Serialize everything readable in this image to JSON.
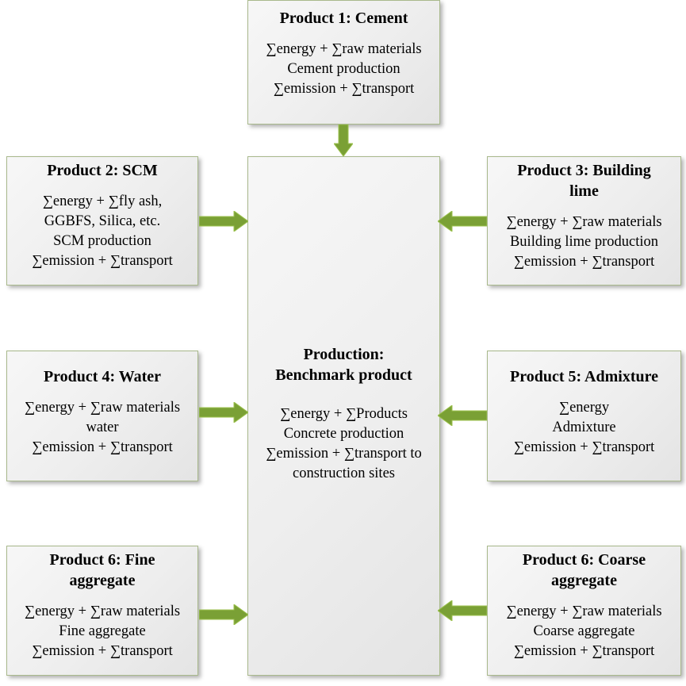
{
  "product1": {
    "title": "Product 1: Cement",
    "lines": [
      "∑energy + ∑raw materials",
      "Cement production",
      "∑emission + ∑transport"
    ]
  },
  "product2": {
    "title": "Product 2: SCM",
    "lines": [
      "∑energy + ∑fly ash,",
      "GGBFS, Silica, etc.",
      "SCM production",
      "∑emission + ∑transport"
    ]
  },
  "product3": {
    "title_line1": "Product 3: Building",
    "title_line2": "lime",
    "lines": [
      "∑energy + ∑raw materials",
      "Building lime production",
      "∑emission + ∑transport"
    ]
  },
  "product4": {
    "title": "Product 4: Water",
    "lines": [
      "∑energy + ∑raw materials",
      "water",
      "∑emission + ∑transport"
    ]
  },
  "product5": {
    "title": "Product 5: Admixture",
    "lines": [
      "∑energy",
      "Admixture",
      "∑emission + ∑transport"
    ]
  },
  "product6_fine": {
    "title_line1": "Product 6: Fine",
    "title_line2": "aggregate",
    "lines": [
      "∑energy + ∑raw materials",
      "Fine aggregate",
      "∑emission + ∑transport"
    ]
  },
  "product6_coarse": {
    "title_line1": "Product 6: Coarse",
    "title_line2": "aggregate",
    "lines": [
      "∑energy + ∑raw materials",
      "Coarse aggregate",
      "∑emission + ∑transport"
    ]
  },
  "main": {
    "title_line1": "Production:",
    "title_line2": "Benchmark product",
    "lines": [
      "∑energy + ∑Products",
      "Concrete production",
      "∑emission + ∑transport to",
      "construction sites"
    ]
  },
  "colors": {
    "arrow_fill": "#7aa035",
    "arrow_highlight": "#9cc24e",
    "box_border": "#a9b98c"
  }
}
